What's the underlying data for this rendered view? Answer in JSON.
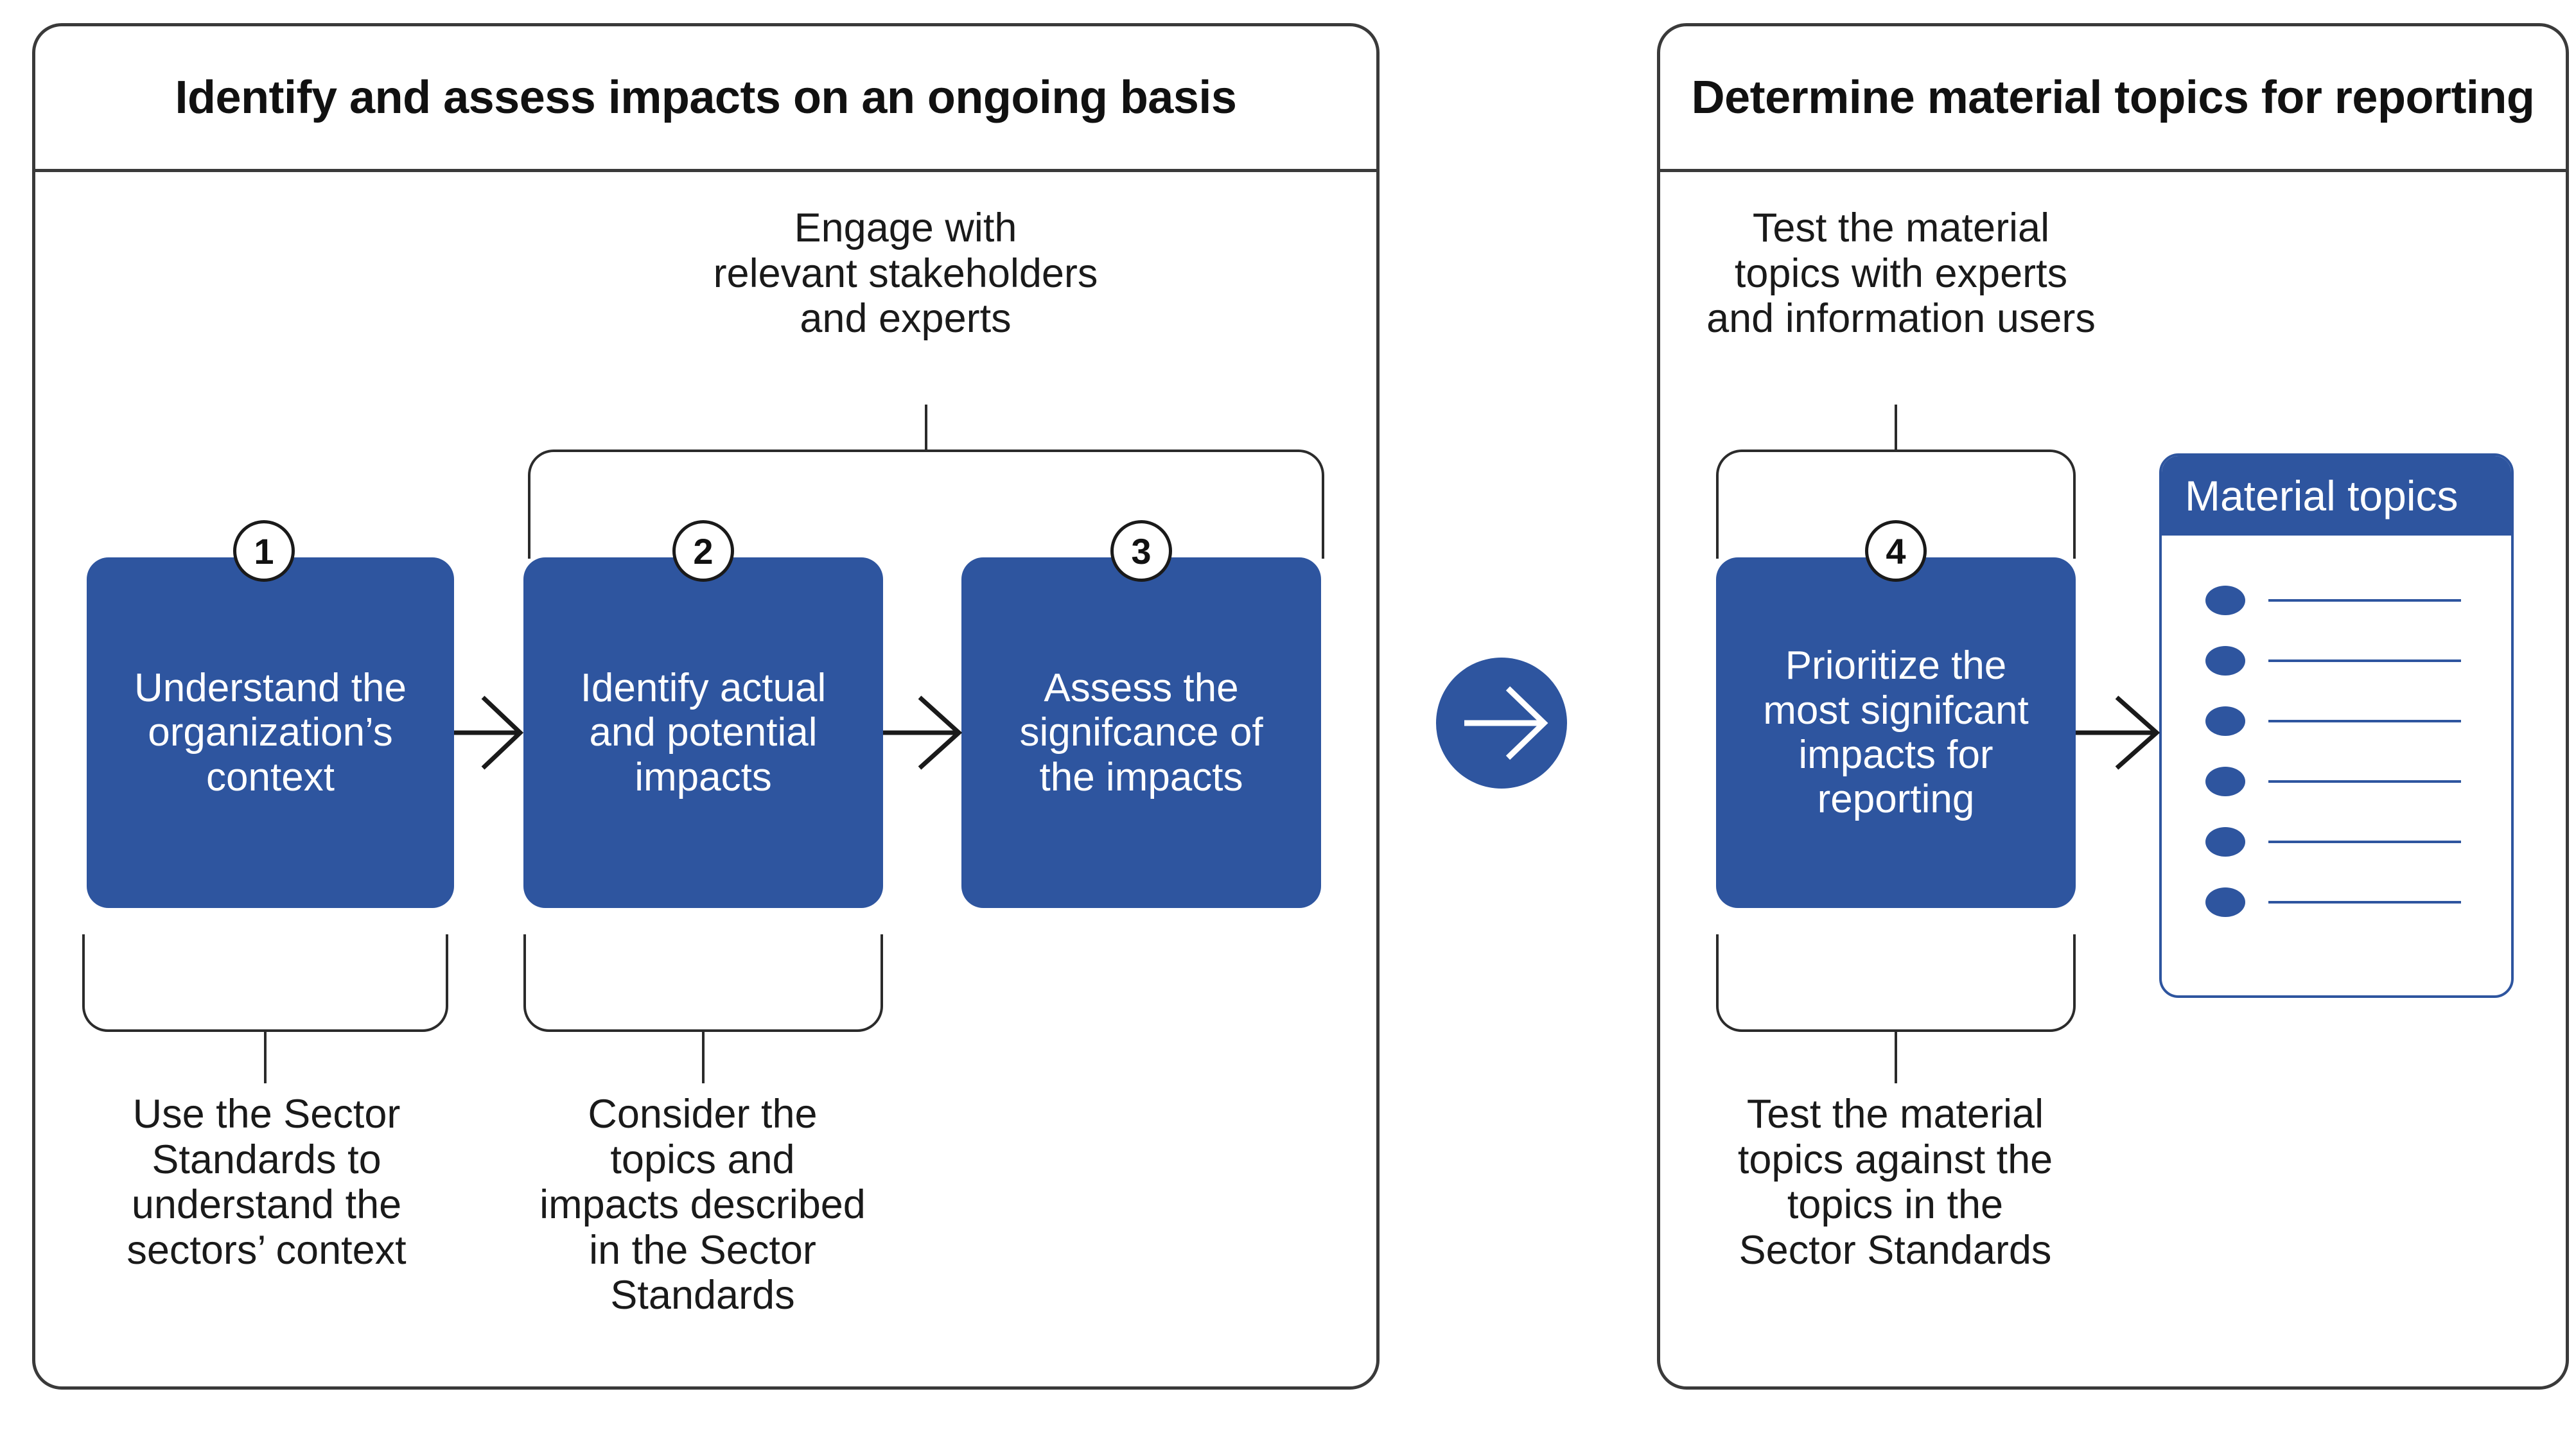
{
  "panels": [
    {
      "id": "identify-assess",
      "title": "Identify and assess impacts on an ongoing basis",
      "top_note": "Engage with\nrelevant stakeholders\nand experts",
      "steps": [
        {
          "number": "1",
          "label": "Understand the\norganization’s\ncontext"
        },
        {
          "number": "2",
          "label": "Identify actual\nand potential\nimpacts"
        },
        {
          "number": "3",
          "label": "Assess the\nsignifcance of\nthe impacts"
        }
      ],
      "bottom_notes": [
        "Use the Sector\nStandards to\nunderstand the\nsectors’ context",
        "Consider the\ntopics and\nimpacts described\nin the Sector\nStandards"
      ]
    },
    {
      "id": "determine-material-topics",
      "title": "Determine material topics for reporting",
      "top_note": "Test the material\ntopics with experts\nand information users",
      "steps": [
        {
          "number": "4",
          "label": "Prioritize the\nmost signifcant\nimpacts for\nreporting"
        }
      ],
      "bottom_notes": [
        "Test the material\ntopics against the\ntopics in the\nSector Standards"
      ]
    }
  ],
  "material_topics_card": {
    "header": "Material topics",
    "item_count": 6,
    "items": [
      "",
      "",
      "",
      "",
      "",
      ""
    ]
  },
  "connectors": {
    "between_panels_icon": "right-arrow-icon",
    "step_arrow_icon": "right-arrow-icon"
  },
  "colors": {
    "brand_blue": "#2E559F",
    "outline": "#3a3a3a",
    "bracket": "#2b2b2b",
    "text": "#1a1a1a",
    "on_blue_text": "#ffffff"
  }
}
